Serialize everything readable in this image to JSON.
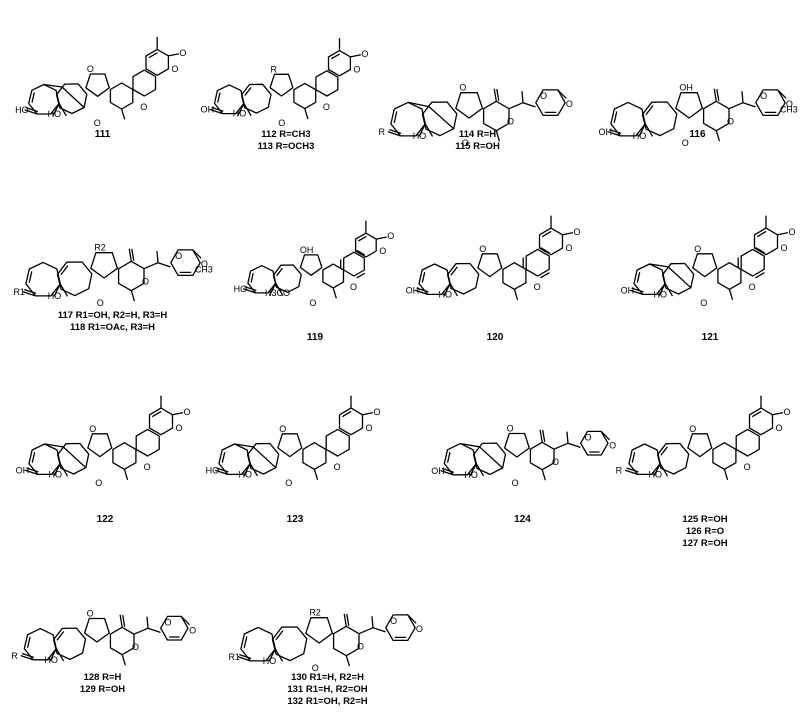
{
  "compounds": [
    {
      "number": "111",
      "sub": [],
      "sat": 5,
      "epoxy": true,
      "lactone": "pyranone",
      "atoms": [
        "HO",
        "HO",
        "O",
        "O",
        "O",
        "O",
        "O"
      ]
    },
    {
      "number": "",
      "sub": [
        "112 R=CH3",
        "113 R=OCH3"
      ],
      "sat": 4,
      "epoxy": false,
      "lactone": "pyranone",
      "atoms": [
        "HO",
        "OH",
        "R",
        "O",
        "O",
        "O",
        "O"
      ]
    },
    {
      "number": "",
      "sub": [
        "114 R=H",
        "115 R=OH"
      ],
      "sat": 4,
      "epoxy": true,
      "lactone": "side",
      "atoms": [
        "HO",
        "R",
        "O",
        "O",
        "O",
        "O",
        "O"
      ]
    },
    {
      "number": "116",
      "sub": [],
      "sat": 4,
      "epoxy": false,
      "lactone": "side",
      "atoms": [
        "HO",
        "OH",
        "OH",
        "O",
        "O",
        "O",
        "O",
        "CH3"
      ]
    },
    {
      "number": "",
      "sub": [
        "117 R1=OH, R2=H, R3=H",
        "118 R1=OAc, R3=H"
      ],
      "sat": 4,
      "epoxy": false,
      "lactone": "side",
      "atoms": [
        "HO",
        "R1",
        "R2",
        "O",
        "O",
        "O",
        "O",
        "CH3"
      ]
    },
    {
      "number": "119",
      "sub": [],
      "sat": 3,
      "epoxy": false,
      "lactone": "aromatic",
      "atoms": [
        "H3CO",
        "HO",
        "OH",
        "O",
        "O",
        "O",
        "O"
      ]
    },
    {
      "number": "120",
      "sub": [],
      "sat": 3,
      "epoxy": false,
      "lactone": "aromatic",
      "atoms": [
        "HO",
        "OH",
        "O",
        "O",
        "O",
        "O"
      ]
    },
    {
      "number": "121",
      "sub": [],
      "sat": 3,
      "epoxy": true,
      "lactone": "aromatic",
      "atoms": [
        "HO",
        "OH",
        "O",
        "O",
        "O",
        "O",
        "O"
      ]
    },
    {
      "number": "122",
      "sub": [],
      "sat": 4,
      "epoxy": true,
      "lactone": "pyranone",
      "atoms": [
        "HO",
        "OH",
        "O",
        "O",
        "O",
        "O",
        "O"
      ]
    },
    {
      "number": "123",
      "sub": [],
      "sat": 4,
      "epoxy": true,
      "lactone": "pyranone",
      "atoms": [
        "HO",
        "HO",
        "O",
        "O",
        "O",
        "O",
        "O"
      ]
    },
    {
      "number": "124",
      "sub": [],
      "sat": 4,
      "epoxy": true,
      "lactone": "side",
      "atoms": [
        "HO",
        "OH",
        "O",
        "O",
        "O",
        "O",
        "O"
      ]
    },
    {
      "number": "",
      "sub": [
        "125 R=OH",
        "126 R=O",
        "127 R=OH"
      ],
      "sat": 4,
      "epoxy": false,
      "lactone": "pyranone",
      "atoms": [
        "HO",
        "R",
        "O",
        "O",
        "O",
        "O"
      ]
    },
    {
      "number": "",
      "sub": [
        "128 R=H",
        "129 R=OH"
      ],
      "sat": 4,
      "epoxy": false,
      "lactone": "side",
      "atoms": [
        "HO",
        "R",
        "O",
        "O",
        "O",
        "O"
      ]
    },
    {
      "number": "",
      "sub": [
        "130 R1=H, R2=H",
        "131 R1=H, R2=OH",
        "132 R1=OH, R2=H"
      ],
      "sat": 4,
      "epoxy": false,
      "lactone": "side",
      "atoms": [
        "HO",
        "R1",
        "R2",
        "O",
        "O",
        "O",
        "O"
      ]
    }
  ]
}
